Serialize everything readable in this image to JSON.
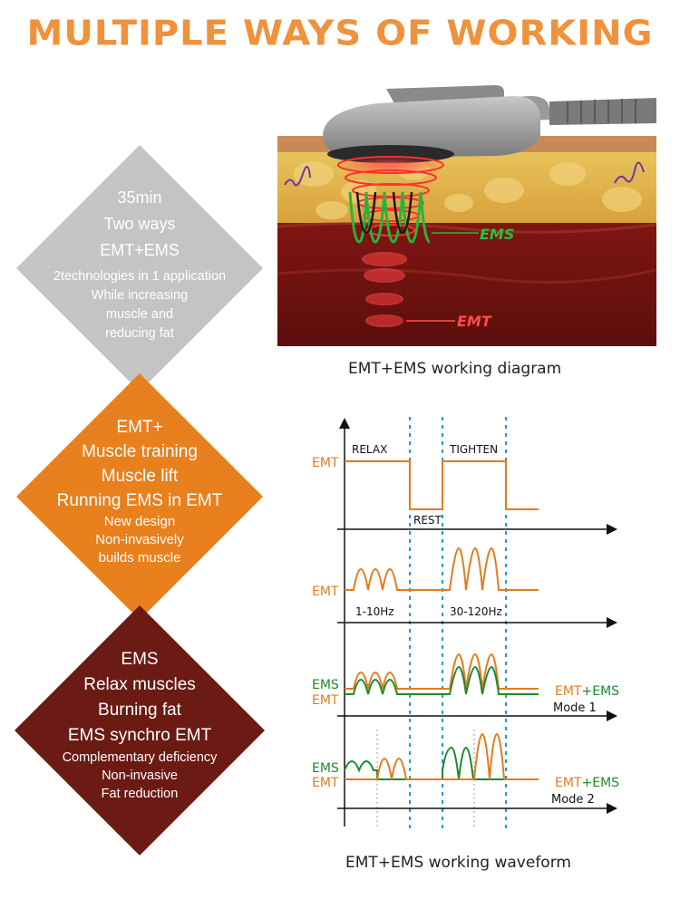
{
  "title": "MULTIPLE WAYS OF WORKING",
  "diamond1": {
    "lines_large": [
      "35min",
      "Two ways",
      "EMT+EMS"
    ],
    "lines_small": [
      "2technologies in 1 application",
      "While increasing",
      "muscle and",
      "reducing fat"
    ],
    "color": "#c4c4c4"
  },
  "diamond2": {
    "lines_large": [
      "EMT+",
      "Muscle training",
      "Muscle lift",
      "Running EMS in EMT"
    ],
    "lines_small": [
      "New design",
      "Non-invasively",
      "builds muscle"
    ],
    "color": "#e8801e"
  },
  "diamond3": {
    "lines_large": [
      "EMS",
      "Relax muscles",
      "Burning fat",
      "EMS synchro EMT"
    ],
    "lines_small": [
      "Complementary deficiency",
      "Non-invasive",
      "Fat reduction"
    ],
    "color": "#6b1a14"
  },
  "diagram": {
    "ems_label": "EMS",
    "emt_label": "EMT",
    "caption": "EMT+EMS working diagram"
  },
  "waveform": {
    "caption": "EMT+EMS working waveform",
    "relax": "RELAX",
    "tighten": "TIGHTEN",
    "rest": "REST",
    "emt": "EMT",
    "ems": "EMS",
    "low_freq": "1-10Hz",
    "high_freq": "30-120Hz",
    "emt_part": "EMT",
    "plus": "+",
    "ems_part": "EMS",
    "mode1": "Mode 1",
    "mode2": "Mode 2",
    "colors": {
      "orange": "#e37c1e",
      "green": "#1e8a2e",
      "blue_dash": "#1e9ad6"
    }
  }
}
